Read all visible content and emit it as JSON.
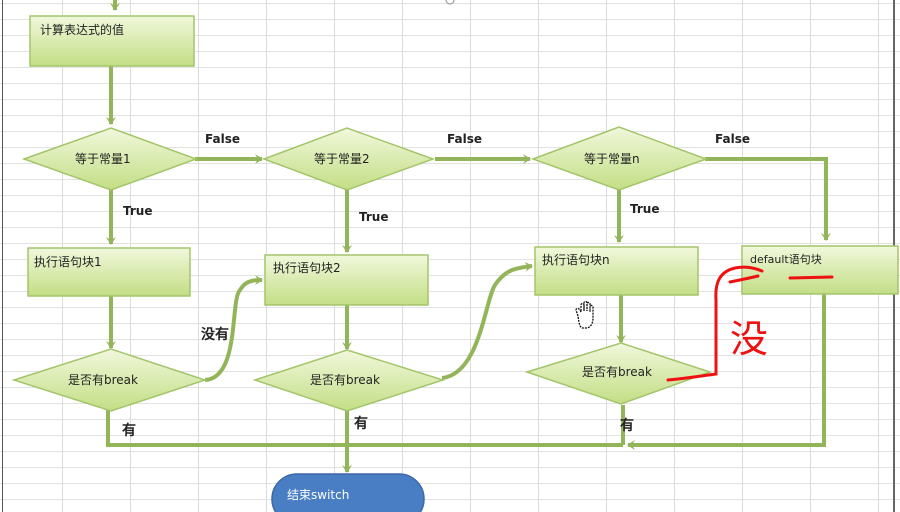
{
  "diagram": {
    "title": "switch statement flowchart",
    "colors": {
      "node_fill_top": "#eef6d6",
      "node_fill_bottom": "#c6e08a",
      "node_stroke": "#a3c56a",
      "connector": "#93b55a",
      "end_fill": "#4a7ec4",
      "annotation": "#ee1111"
    },
    "nodes": {
      "evaluate": "计算表达式的值",
      "case1": "等于常量1",
      "case2": "等于常量2",
      "casen": "等于常量n",
      "block1": "执行语句块1",
      "block2": "执行语句块2",
      "blockn": "执行语句块n",
      "default_block": "default语句块",
      "break1": "是否有break",
      "break2": "是否有break",
      "breakn": "是否有break",
      "end": "结束switch"
    },
    "edge_labels": {
      "false1": "False",
      "false2": "False",
      "falsen": "False",
      "true1": "True",
      "true2": "True",
      "truen": "True",
      "no_break": "没有",
      "has1": "有",
      "has2": "有",
      "hasn": "有"
    },
    "annotations": {
      "handwritten": "没"
    },
    "cursor": "hand-cursor"
  }
}
